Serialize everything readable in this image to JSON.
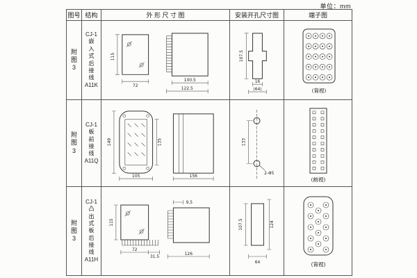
{
  "page": {
    "unit_label": "单位：mm"
  },
  "table": {
    "headers": [
      "图号",
      "结构",
      "外 形 尺 寸 图",
      "安装开孔尺寸图",
      "端子图"
    ],
    "rows": [
      {
        "fig_no": "附\n图\n3",
        "structure": "CJ-1\n嵌\n入\n式\n后\n接\n线\nA11K",
        "outline": {
          "height": "115",
          "width_front": "72",
          "width_body": "100.5",
          "width_total": "122.5"
        },
        "install": {
          "height": "107.5",
          "width_slot": "16",
          "width_overall": "(64)"
        },
        "terminal": {
          "view_label": "(背视)"
        }
      },
      {
        "fig_no": "附\n图\n3",
        "structure": "CJ-1\n板\n前\n接\n线\nA11Q",
        "outline": {
          "height": "149",
          "height_inner": "135",
          "width_front": "105",
          "width_side": "156"
        },
        "install": {
          "height": "133",
          "hole_note": "2-Φ5"
        },
        "terminal": {
          "view_label": "(前视)"
        }
      },
      {
        "fig_no": "附\n图\n3",
        "structure": "CJ-1\n凸\n出\n式\n板\n后\n接\n线\nA11H",
        "outline": {
          "height": "115",
          "width_front": "72",
          "width_comb": "31.5",
          "pin_len": "9.5",
          "width_side": "126"
        },
        "install": {
          "height_left": "107.5",
          "height_right": "124",
          "width_bottom": "64"
        },
        "terminal": {
          "view_label": "(背视)"
        }
      }
    ]
  }
}
